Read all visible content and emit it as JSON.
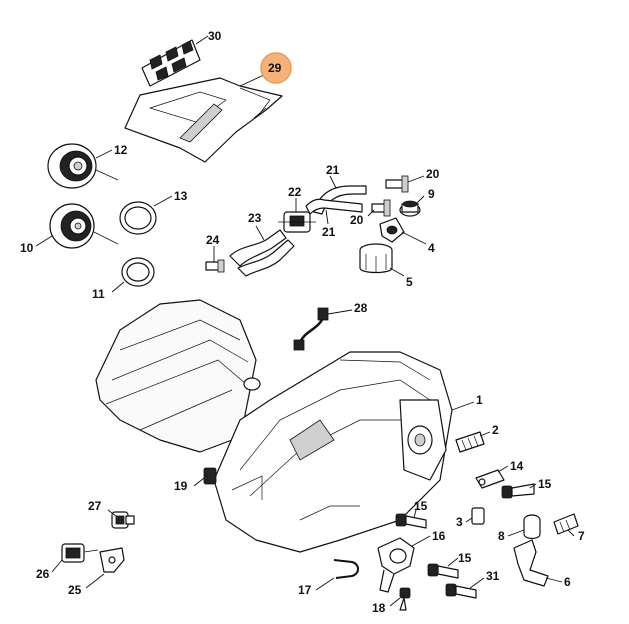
{
  "diagram": {
    "highlight_color": "#f7b27a",
    "callouts": [
      {
        "id": "c30",
        "label": "30",
        "highlighted": false
      },
      {
        "id": "c29",
        "label": "29",
        "highlighted": true
      },
      {
        "id": "c12",
        "label": "12",
        "highlighted": false
      },
      {
        "id": "c13",
        "label": "13",
        "highlighted": false
      },
      {
        "id": "c10",
        "label": "10",
        "highlighted": false
      },
      {
        "id": "c11",
        "label": "11",
        "highlighted": false
      },
      {
        "id": "c21a",
        "label": "21",
        "highlighted": false
      },
      {
        "id": "c21b",
        "label": "21",
        "highlighted": false
      },
      {
        "id": "c20a",
        "label": "20",
        "highlighted": false
      },
      {
        "id": "c20b",
        "label": "20",
        "highlighted": false
      },
      {
        "id": "c9",
        "label": "9",
        "highlighted": false
      },
      {
        "id": "c22",
        "label": "22",
        "highlighted": false
      },
      {
        "id": "c23",
        "label": "23",
        "highlighted": false
      },
      {
        "id": "c24",
        "label": "24",
        "highlighted": false
      },
      {
        "id": "c4",
        "label": "4",
        "highlighted": false
      },
      {
        "id": "c5",
        "label": "5",
        "highlighted": false
      },
      {
        "id": "c28",
        "label": "28",
        "highlighted": false
      },
      {
        "id": "c1",
        "label": "1",
        "highlighted": false
      },
      {
        "id": "c2",
        "label": "2",
        "highlighted": false
      },
      {
        "id": "c14",
        "label": "14",
        "highlighted": false
      },
      {
        "id": "c15a",
        "label": "15",
        "highlighted": false
      },
      {
        "id": "c15b",
        "label": "15",
        "highlighted": false
      },
      {
        "id": "c15c",
        "label": "15",
        "highlighted": false
      },
      {
        "id": "c3",
        "label": "3",
        "highlighted": false
      },
      {
        "id": "c8",
        "label": "8",
        "highlighted": false
      },
      {
        "id": "c7",
        "label": "7",
        "highlighted": false
      },
      {
        "id": "c19",
        "label": "19",
        "highlighted": false
      },
      {
        "id": "c27",
        "label": "27",
        "highlighted": false
      },
      {
        "id": "c26",
        "label": "26",
        "highlighted": false
      },
      {
        "id": "c25",
        "label": "25",
        "highlighted": false
      },
      {
        "id": "c16",
        "label": "16",
        "highlighted": false
      },
      {
        "id": "c17",
        "label": "17",
        "highlighted": false
      },
      {
        "id": "c18",
        "label": "18",
        "highlighted": false
      },
      {
        "id": "c31",
        "label": "31",
        "highlighted": false
      },
      {
        "id": "c6",
        "label": "6",
        "highlighted": false
      }
    ]
  }
}
